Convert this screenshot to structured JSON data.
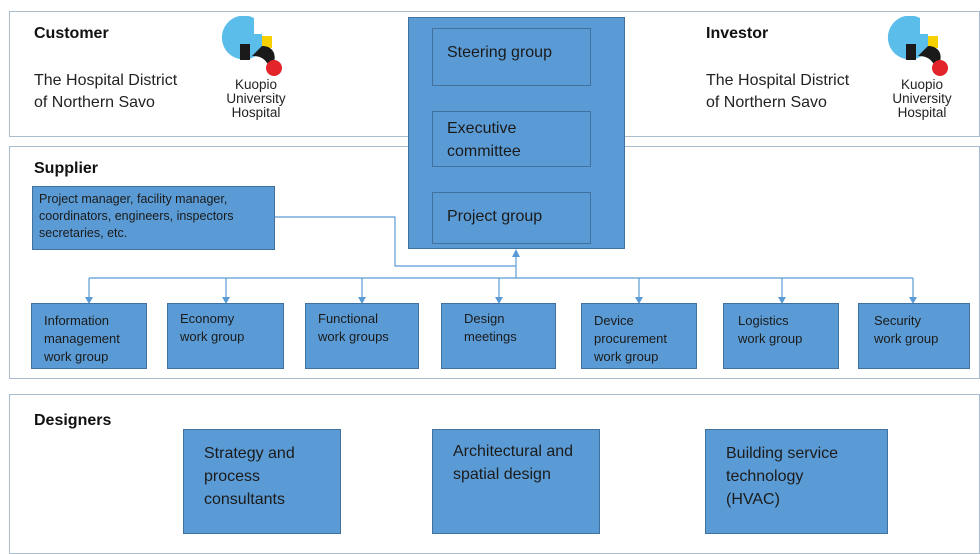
{
  "customer": {
    "heading": "Customer",
    "org_line1": "The Hospital District",
    "org_line2": "of Northern Savo",
    "logo": {
      "icon": "kuopio-university-hospital-logo",
      "line1": "Kuopio",
      "line2": "University",
      "line3": "Hospital"
    }
  },
  "investor": {
    "heading": "Investor",
    "org_line1": "The Hospital District",
    "org_line2": "of Northern Savo",
    "logo": {
      "icon": "kuopio-university-hospital-logo",
      "line1": "Kuopio",
      "line2": "University",
      "line3": "Hospital"
    }
  },
  "governance": {
    "steering": "Steering group",
    "executive_line1": "Executive",
    "executive_line2": "committee",
    "project": "Project group"
  },
  "supplier": {
    "heading": "Supplier",
    "staff_line1": "Project manager, facility manager,",
    "staff_line2": "coordinators, engineers, inspectors",
    "staff_line3": "secretaries, etc.",
    "groups": [
      {
        "line1": "Information",
        "line2": "management",
        "line3": "work group"
      },
      {
        "line1": "Economy",
        "line2": "work group"
      },
      {
        "line1": "Functional",
        "line2": "work groups"
      },
      {
        "line1": "Design",
        "line2": "meetings"
      },
      {
        "line1": "Device",
        "line2": "procurement",
        "line3": "work group"
      },
      {
        "line1": "Logistics",
        "line2": "work group"
      },
      {
        "line1": "Security",
        "line2": "work group"
      }
    ]
  },
  "designers": {
    "heading": "Designers",
    "boxes": [
      {
        "line1": "Strategy and",
        "line2": "process",
        "line3": "consultants"
      },
      {
        "line1": "Architectural and",
        "line2": "spatial design"
      },
      {
        "line1": "Building service",
        "line2": "technology",
        "line3": "(HVAC)"
      }
    ]
  },
  "colors": {
    "box_fill": "#5b9bd5",
    "box_border": "#41719c",
    "panel_border": "#a9bccd",
    "connector": "#5b9bd5"
  }
}
